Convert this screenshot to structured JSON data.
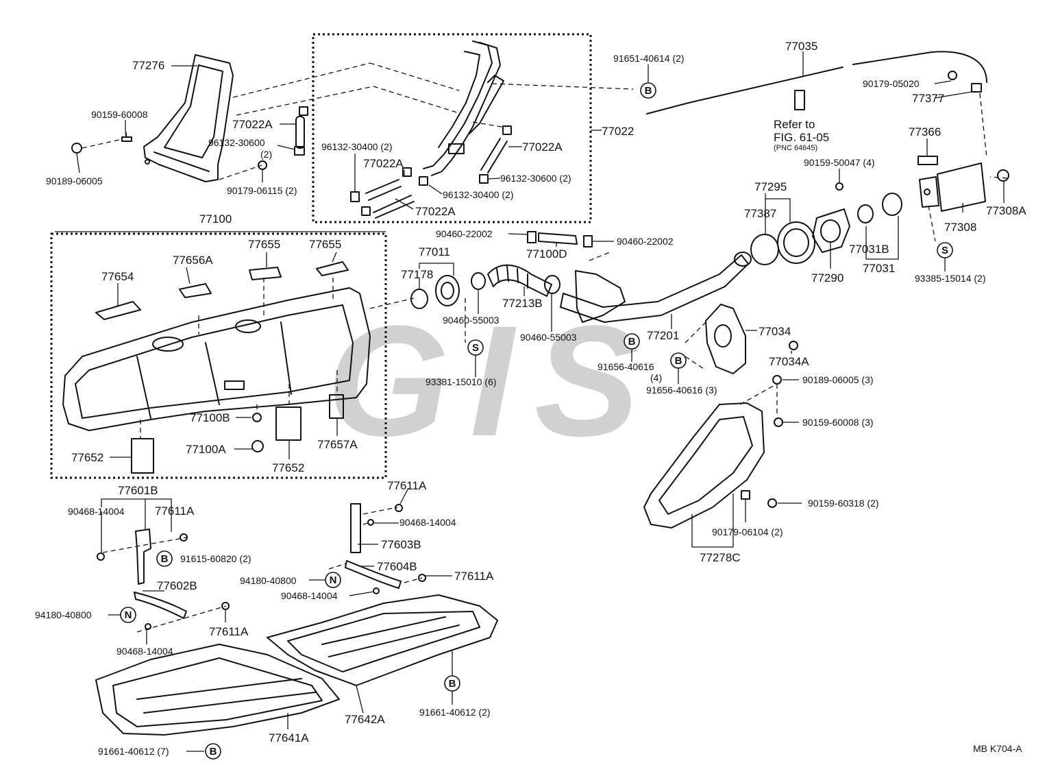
{
  "labels": {
    "p77276": "77276",
    "p90159_60008_a": "90159-60008",
    "p90189_06005_a": "90189-06005",
    "p77022A_1": "77022A",
    "p96132_30600_1": "96132-30600",
    "p2_a": "(2)",
    "p90179_06115": "90179-06115 (2)",
    "p96132_30400_1": "96132-30400 (2)",
    "p77022A_2": "77022A",
    "p77022A_3": "77022A",
    "p96132_30400_2": "96132-30400 (2)",
    "p77022A_4": "77022A",
    "p96132_30600_2": "96132-30600 (2)",
    "p77022": "77022",
    "p91651_40614": "91651-40614 (2)",
    "p77035": "77035",
    "p90179_05020": "90179-05020",
    "p77377": "77377",
    "refer1": "Refer to",
    "refer2": "FIG. 61-05",
    "refer3": "(PNC 64645)",
    "p77366": "77366",
    "p90159_50047": "90159-50047 (4)",
    "p77295": "77295",
    "p77387": "77387",
    "p77308A": "77308A",
    "p77308": "77308",
    "p77031B": "77031B",
    "p77031": "77031",
    "p77290": "77290",
    "p93385_15014": "93385-15014 (2)",
    "p77100": "77100",
    "p90460_22002_a": "90460-22002",
    "p90460_22002_b": "90460-22002",
    "p77100D": "77100D",
    "p77011": "77011",
    "p77178": "77178",
    "p77655_a": "77655",
    "p77655_b": "77655",
    "p77656A": "77656A",
    "p77654": "77654",
    "p77213B": "77213B",
    "p90460_55003_a": "90460-55003",
    "p90460_55003_b": "90460-55003",
    "p77201": "77201",
    "p77034": "77034",
    "p77034A": "77034A",
    "p91656_40616_a": "91656-40616",
    "p4": "(4)",
    "p91656_40616_b": "91656-40616 (3)",
    "p93381_15010": "93381-15010 (6)",
    "p77100B": "77100B",
    "p77100A": "77100A",
    "p77652_a": "77652",
    "p77652_b": "77652",
    "p77657A": "77657A",
    "p90189_06005_b": "90189-06005 (3)",
    "p90159_60008_b": "90159-60008 (3)",
    "p90159_60318": "90159-60318 (2)",
    "p90179_06104": "90179-06104 (2)",
    "p77278C": "77278C",
    "p77601B": "77601B",
    "p90468_14004_a": "90468-14004",
    "p77611A_a": "77611A",
    "p91615_60820": "91615-60820 (2)",
    "p77602B": "77602B",
    "p94180_40800_a": "94180-40800",
    "p77611A_b": "77611A",
    "p90468_14004_b": "90468-14004",
    "p77611A_c": "77611A",
    "p90468_14004_c": "90468-14004",
    "p77603B": "77603B",
    "p77604B": "77604B",
    "p94180_40800_b": "94180-40800",
    "p77611A_d": "77611A",
    "p90468_14004_d": "90468-14004",
    "p77642A": "77642A",
    "p91661_40612_a": "91661-40612 (2)",
    "p77641A": "77641A",
    "p91661_40612_b": "91661-40612 (7)",
    "code": "MB  K704-A"
  },
  "markers": {
    "B": "B",
    "S": "S",
    "N": "N"
  },
  "watermark": "GIS"
}
